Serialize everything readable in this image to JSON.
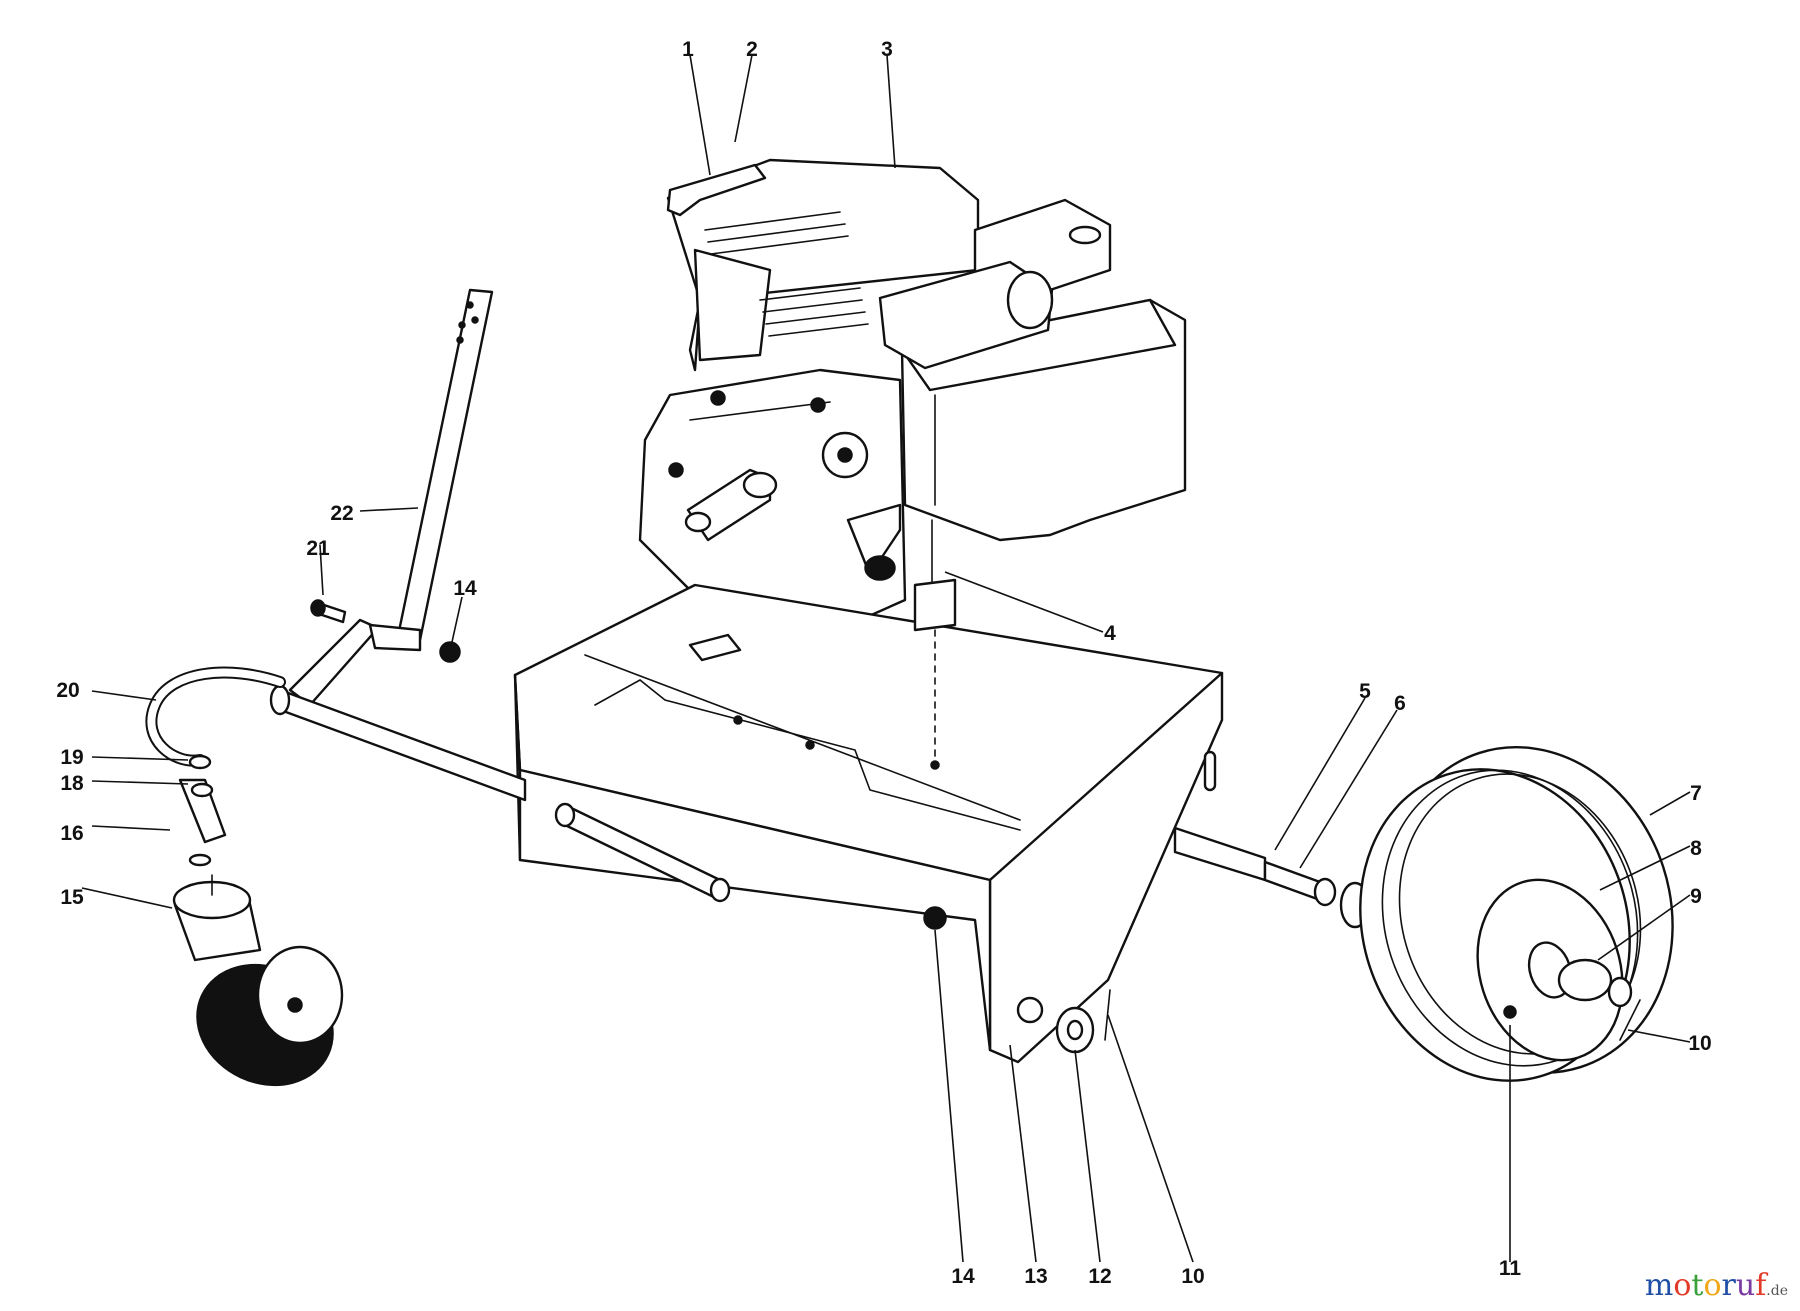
{
  "watermark": {
    "brand": "motoruf",
    "tld": ".de",
    "colors": {
      "m": "#1f4fa6",
      "o1": "#e23b2a",
      "t": "#3aa03a",
      "o2": "#f0a818",
      "r": "#1f4fa6",
      "u": "#7a3aa0",
      "f": "#e23b2a"
    }
  },
  "callouts": [
    {
      "id": "1",
      "label": "1"
    },
    {
      "id": "2",
      "label": "2"
    },
    {
      "id": "3",
      "label": "3"
    },
    {
      "id": "4",
      "label": "4"
    },
    {
      "id": "5",
      "label": "5"
    },
    {
      "id": "6",
      "label": "6"
    },
    {
      "id": "7",
      "label": "7"
    },
    {
      "id": "8",
      "label": "8"
    },
    {
      "id": "9",
      "label": "9"
    },
    {
      "id": "10a",
      "label": "10"
    },
    {
      "id": "10b",
      "label": "10"
    },
    {
      "id": "11",
      "label": "11"
    },
    {
      "id": "12",
      "label": "12"
    },
    {
      "id": "13",
      "label": "13"
    },
    {
      "id": "14a",
      "label": "14"
    },
    {
      "id": "14b",
      "label": "14"
    },
    {
      "id": "15",
      "label": "15"
    },
    {
      "id": "16",
      "label": "16"
    },
    {
      "id": "18",
      "label": "18"
    },
    {
      "id": "19",
      "label": "19"
    },
    {
      "id": "20",
      "label": "20"
    },
    {
      "id": "21",
      "label": "21"
    },
    {
      "id": "22",
      "label": "22"
    }
  ]
}
